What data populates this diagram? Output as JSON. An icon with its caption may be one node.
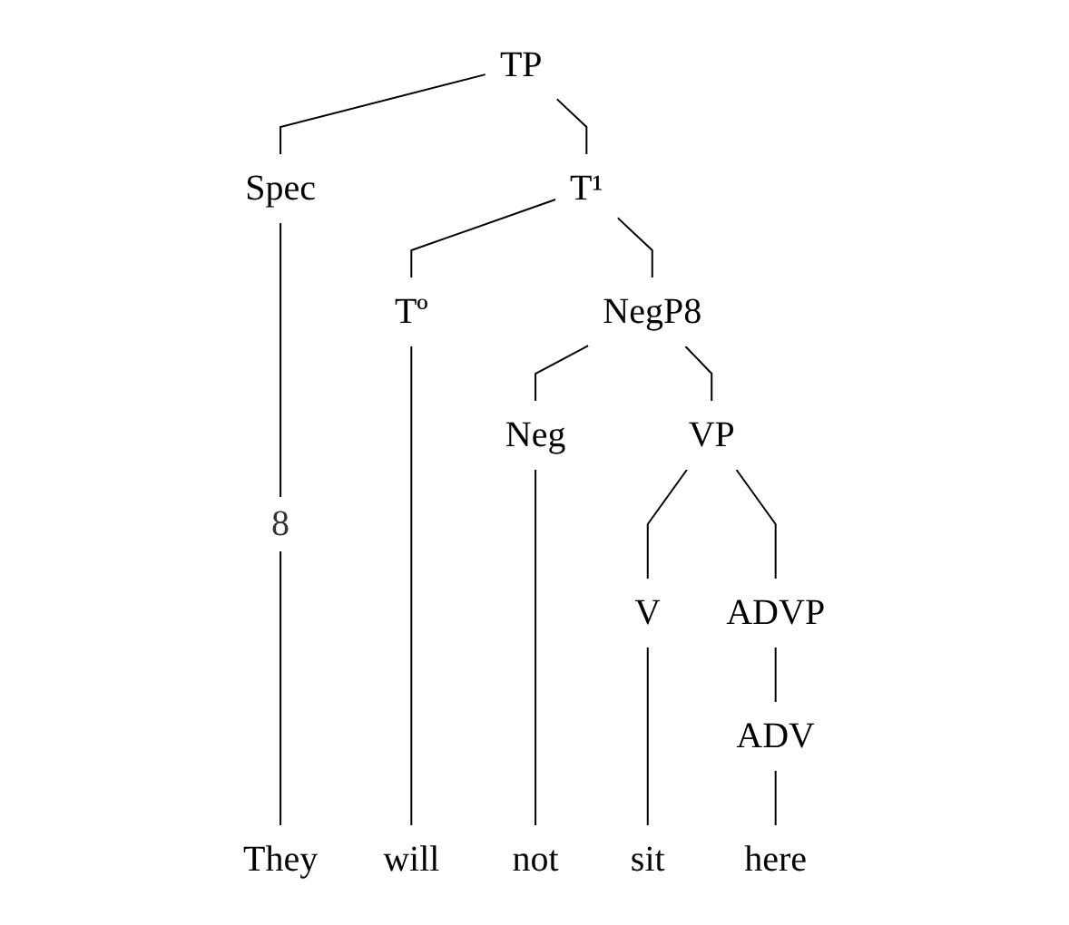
{
  "diagram": {
    "nodes": [
      {
        "text": [
          "TP"
        ]
      },
      {
        "text": [
          "Spec"
        ]
      },
      {
        "text": [
          "T¹"
        ]
      },
      {
        "text": [
          "Tº"
        ]
      },
      {
        "text": [
          "NegP8"
        ]
      },
      {
        "text": [
          "Neg"
        ]
      },
      {
        "text": [
          "VP"
        ]
      },
      {
        "text": [
          "V"
        ]
      },
      {
        "text": [
          "ADVP"
        ]
      },
      {
        "text": [
          "ADV"
        ]
      },
      {
        "text": [
          "They"
        ]
      },
      {
        "text": [
          "will"
        ]
      },
      {
        "text": [
          "not"
        ]
      },
      {
        "text": [
          "sit"
        ]
      },
      {
        "text": [
          "here"
        ]
      }
    ],
    "edges": [
      {
        "from": 0,
        "to": 1,
        "arrow": "none"
      },
      {
        "from": 0,
        "to": 2,
        "arrow": "none"
      },
      {
        "from": 2,
        "to": 3,
        "arrow": "none"
      },
      {
        "from": 2,
        "to": 4,
        "arrow": "none"
      },
      {
        "from": 4,
        "to": 5,
        "arrow": "none"
      },
      {
        "from": 4,
        "to": 6,
        "arrow": "none"
      },
      {
        "from": 6,
        "to": 7,
        "arrow": "none"
      },
      {
        "from": 6,
        "to": 8,
        "arrow": "none"
      },
      {
        "from": 8,
        "to": 9,
        "arrow": "none"
      },
      {
        "from": 1,
        "to": 10,
        "arrow": "none",
        "label": "8"
      },
      {
        "from": 3,
        "to": 11,
        "arrow": "none"
      },
      {
        "from": 5,
        "to": 12,
        "arrow": "none"
      },
      {
        "from": 7,
        "to": 13,
        "arrow": "none"
      },
      {
        "from": 9,
        "to": 14,
        "arrow": "none"
      }
    ]
  }
}
